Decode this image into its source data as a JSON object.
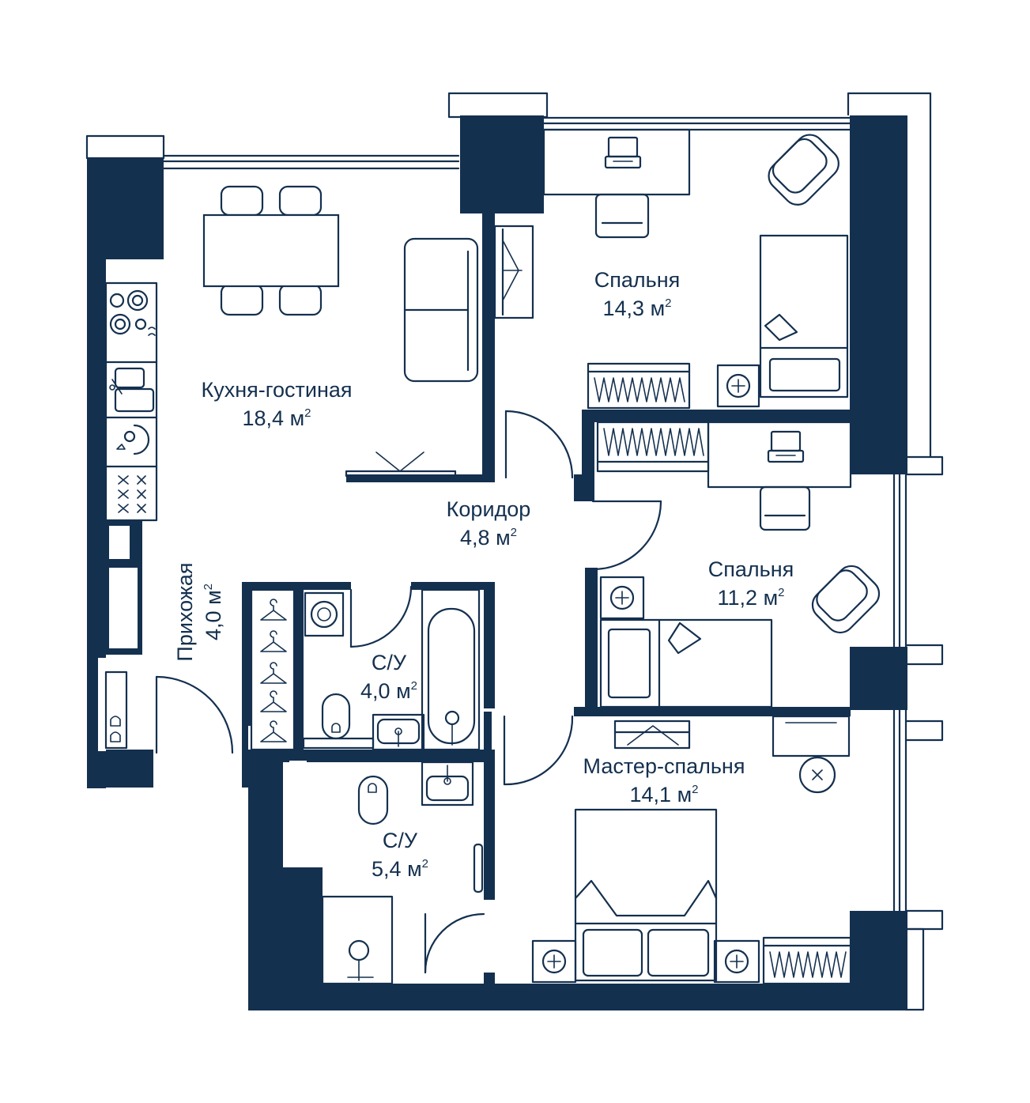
{
  "unit": "м",
  "colors": {
    "wall": "#14304f",
    "background": "#ffffff"
  },
  "rooms": [
    {
      "id": "living",
      "name": "Кухня-гостиная",
      "area": "18,4"
    },
    {
      "id": "bedroom1",
      "name": "Спальня",
      "area": "14,3"
    },
    {
      "id": "corridor",
      "name": "Коридор",
      "area": "4,8"
    },
    {
      "id": "bedroom2",
      "name": "Спальня",
      "area": "11,2"
    },
    {
      "id": "hallway",
      "name": "Прихожая",
      "area": "4,0"
    },
    {
      "id": "bath1",
      "name": "С/У",
      "area": "4,0"
    },
    {
      "id": "master",
      "name": "Мастер-спальня",
      "area": "14,1"
    },
    {
      "id": "bath2",
      "name": "С/У",
      "area": "5,4"
    }
  ],
  "icons": [
    "laptop-icon",
    "armchair-icon",
    "bed-icon",
    "washing-machine-icon",
    "toilet-icon",
    "bathtub-icon",
    "sink-icon",
    "shower-icon",
    "stove-icon",
    "hanger-icon",
    "sofa-icon",
    "dining-table-icon",
    "wardrobe-icon",
    "nightstand-lamp-icon"
  ]
}
